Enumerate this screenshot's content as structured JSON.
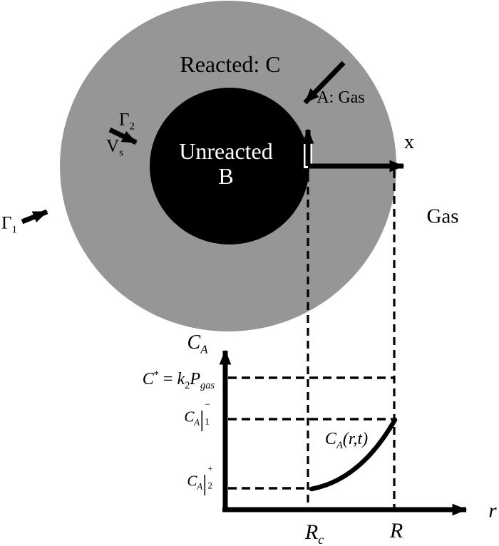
{
  "colors": {
    "shell_gray": "#969696",
    "core_black": "#000000",
    "ink_black": "#000000",
    "core_text_white": "#ffffff"
  },
  "diagram": {
    "reacted": "Reacted: C",
    "unreacted1": "Unreacted",
    "unreacted2": "B",
    "gamma1": "Γ",
    "gamma1_sub": "1",
    "gamma2": "Γ",
    "gamma2_sub": "2",
    "vs": "V",
    "vs_sub": "s",
    "a_gas": "A: Gas",
    "x_label": "x",
    "gas": "Gas"
  },
  "graph": {
    "y_label": "C",
    "y_label_sub": "A",
    "cstar_c": "C",
    "cstar_sup": "*",
    "cstar_eq": " = ",
    "cstar_k": "k",
    "cstar_k_sub": "2",
    "cstar_p": "P",
    "cstar_p_sub": "gas",
    "ca1_c": "C",
    "ca1_sub": "A",
    "ca1_bar": "|",
    "ca1_sup": "−",
    "ca1_idx": "1",
    "ca2_c": "C",
    "ca2_sub": "A",
    "ca2_bar": "|",
    "ca2_sup": "+",
    "ca2_idx": "2",
    "curve_c": "C",
    "curve_sub": "A",
    "curve_args": "(r,t)",
    "tick_rc": "R",
    "tick_rc_sub": "c",
    "tick_r": "R",
    "x_label": "r"
  }
}
